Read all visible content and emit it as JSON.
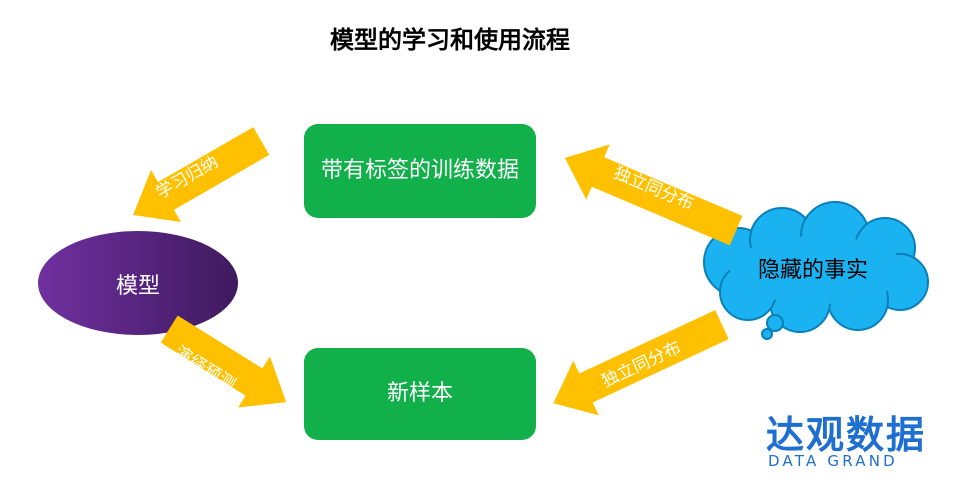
{
  "title": "模型的学习和使用流程",
  "nodes": {
    "training_data": "带有标签的训练数据",
    "new_sample": "新样本",
    "model": "模型",
    "hidden_truth": "隐藏的事实"
  },
  "arrows": {
    "learn_induce": "学习归纳",
    "deduce_predict": "演绎预测",
    "iid_top": "独立同分布",
    "iid_bottom": "独立同分布"
  },
  "brand": {
    "cn": "达观数据",
    "en": "DATA GRAND"
  },
  "colors": {
    "box_green": "#11b04b",
    "arrow_yellow": "#ffc000",
    "ellipse_purple": "#5b2c8f",
    "cloud_blue": "#1ab2f0",
    "brand_blue": "#1e6fd0"
  }
}
